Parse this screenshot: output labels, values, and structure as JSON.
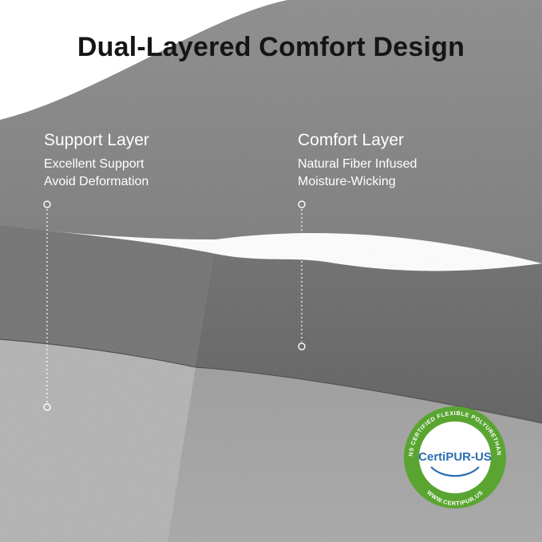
{
  "headline": "Dual-Layered Comfort Design",
  "support_layer": {
    "title": "Support Layer",
    "line1": "Excellent Support",
    "line2": "Avoid Deformation"
  },
  "comfort_layer": {
    "title": "Comfort Layer",
    "line1": "Natural Fiber Infused",
    "line2": "Moisture-Wicking"
  },
  "badge": {
    "brand": "CertiPUR-US",
    "ring_top": "CONTAINS CERTIFIED FLEXIBLE POLYURETHANE FOAM",
    "ring_bottom": "WWW.CERTIPUR.US"
  },
  "colors": {
    "badge_green": "#5aa532",
    "badge_blue": "#2a6db0"
  }
}
